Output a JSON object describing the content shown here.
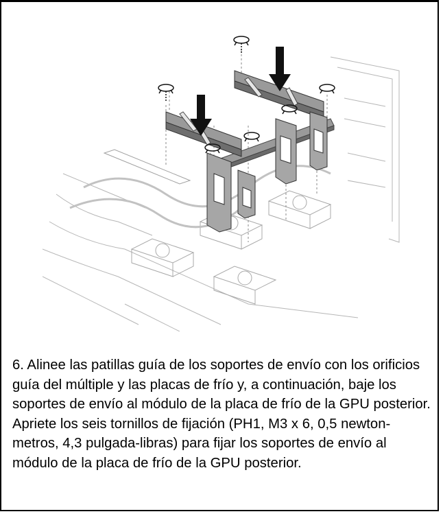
{
  "step": {
    "text": "6. Alinee las patillas guía de los soportes de envío con los orificios guía del múltiple y las placas de frío y, a continuación, baje los soportes de envío al módulo de la placa de frío de la GPU posterior. Apriete los seis tornillos de fijación (PH1, M3 x 6, 0,5 newton-metros, 4,3 pulgada-libras) para fijar los soportes de envío al módulo de la placa de frío de la GPU posterior."
  },
  "figure": {
    "arrow_count": 2,
    "screw_count": 6,
    "colors": {
      "bracket": "#8c8c8c",
      "bracket_dark": "#555555",
      "arrow": "#111111",
      "line": "#9a9a9a"
    }
  }
}
